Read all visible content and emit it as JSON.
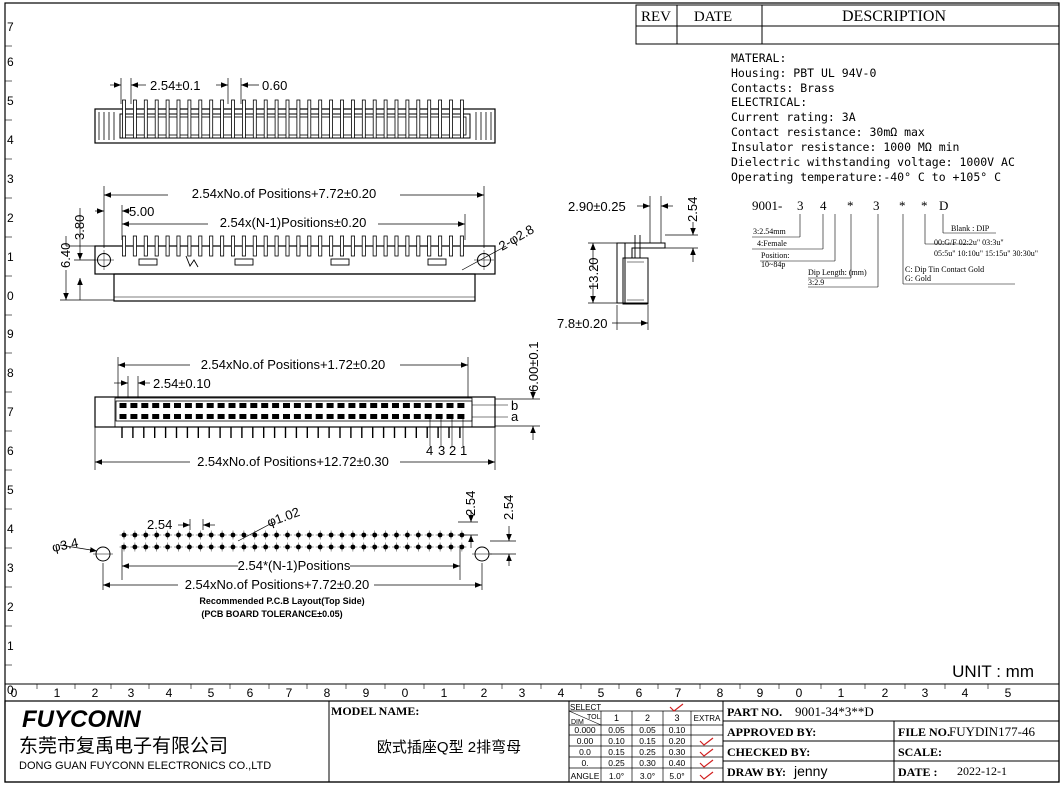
{
  "border": {
    "left_numbers": [
      "7",
      "6",
      "5",
      "4",
      "3",
      "2",
      "1",
      "0",
      "9",
      "8",
      "7",
      "6",
      "5",
      "4",
      "3",
      "2",
      "1",
      "0"
    ],
    "bottom_numbers": [
      "1",
      "2",
      "3",
      "4",
      "5",
      "6",
      "7",
      "8",
      "9",
      "0",
      "1",
      "2",
      "3",
      "4",
      "5",
      "6",
      "7",
      "8",
      "9",
      "0",
      "1",
      "2",
      "3",
      "4",
      "5"
    ]
  },
  "rev_table": {
    "rev": "REV",
    "date": "DATE",
    "description": "DESCRIPTION"
  },
  "specs": [
    "MATERAL:",
    "Housing: PBT UL 94V-0",
    "Contacts: Brass",
    "ELECTRICAL:",
    "Current rating: 3A",
    "Contact resistance: 30mΩ  max",
    "Insulator resistance: 1000 MΩ  min",
    "Dielectric withstanding voltage: 1000V  AC",
    "Operating temperature:-40° C to +105° C"
  ],
  "top_view": {
    "pitch": "2.54±0.1",
    "pin_width": "0.60"
  },
  "front_view": {
    "overall": "2.54xNo.of Positions+7.72±0.20",
    "dim_500": "5.00",
    "inner": "2.54x(N-1)Positions±0.20",
    "dim_380": "3.80",
    "dim_640": "6.40",
    "hole": "2-φ2.8"
  },
  "side_view": {
    "dim_290": "2.90±0.25",
    "dim_254": "2.54",
    "dim_1320": "13.20",
    "dim_78": "7.8±0.20"
  },
  "part_code": {
    "prefix": "9001-",
    "fields": [
      "3",
      "4",
      "*",
      "3",
      "*",
      "*",
      "D"
    ],
    "notes": [
      "3:2.54mm",
      "4:Female",
      "Position:",
      "10~84p",
      "Dip Length: (mm)",
      "3:2.9",
      "C: Dip Tin Contact Gold",
      "G: Gold",
      "00:G/F  02:2u\"  03:3u\"",
      "05:5u\"  10:10u\"  15:15u\" 30:30u\"",
      "Blank : DIP"
    ]
  },
  "bottom_view": {
    "overall": "2.54xNo.of  Positions+1.72±0.20",
    "pitch": "2.54±0.10",
    "height": "6.00±0.1",
    "row_b": "b",
    "row_a": "a",
    "pins": [
      "4",
      "3",
      "2",
      "1"
    ],
    "width": "2.54xNo.of  Positions+12.72±0.30"
  },
  "pcb_layout": {
    "pitch": "2.54",
    "hole": "φ1.02",
    "mount_hole": "φ3.4",
    "inner": "2.54*(N-1)Positions",
    "overall": "2.54xNo.of  Positions+7.72±0.20",
    "row_pitch": "2.54",
    "row_offset": "2.54",
    "caption_1": "Recommended  P.C.B  Layout(Top  Side)",
    "caption_2": "(PCB  BOARD  TOLERANCE±0.05)"
  },
  "unit": "UNIT  :  mm",
  "title_block": {
    "logo": "FUYCONN",
    "company_cn": "东莞市复禹电子有限公司",
    "company_en": "DONG  GUAN  FUYCONN  ELECTRONICS  CO.,LTD",
    "model_label": "MODEL  NAME:",
    "model_name": "欧式插座Q型  2排弯母",
    "tolerance": {
      "select": "SELECT",
      "tol": "TOL",
      "dim": "DIM",
      "cols": [
        "1",
        "2",
        "3"
      ],
      "extra": "EXTRA",
      "rows": [
        {
          "dim": "0.000",
          "v": [
            "0.05",
            "0.05",
            "0.10"
          ]
        },
        {
          "dim": "0.00",
          "v": [
            "0.10",
            "0.15",
            "0.20"
          ]
        },
        {
          "dim": "0.0",
          "v": [
            "0.15",
            "0.25",
            "0.30"
          ]
        },
        {
          "dim": "0.",
          "v": [
            "0.25",
            "0.30",
            "0.40"
          ]
        },
        {
          "dim": "ANGLE",
          "v": [
            "1.0°",
            "3.0°",
            "5.0°"
          ]
        }
      ]
    },
    "part_label": "PART  NO.",
    "part_no": "9001-34*3**D",
    "approved_label": "APPROVED  BY:",
    "checked_label": "CHECKED  BY:",
    "draw_label": "DRAW  BY:",
    "draw_by": "jenny",
    "file_label": "FILE  NO.",
    "file_no": "FUYDIN177-46",
    "scale_label": "SCALE:",
    "date_label": "DATE  :",
    "date": "2022-12-1"
  },
  "colors": {
    "line": "#000000",
    "check": "#d11f1f",
    "paper": "#ffffff"
  }
}
